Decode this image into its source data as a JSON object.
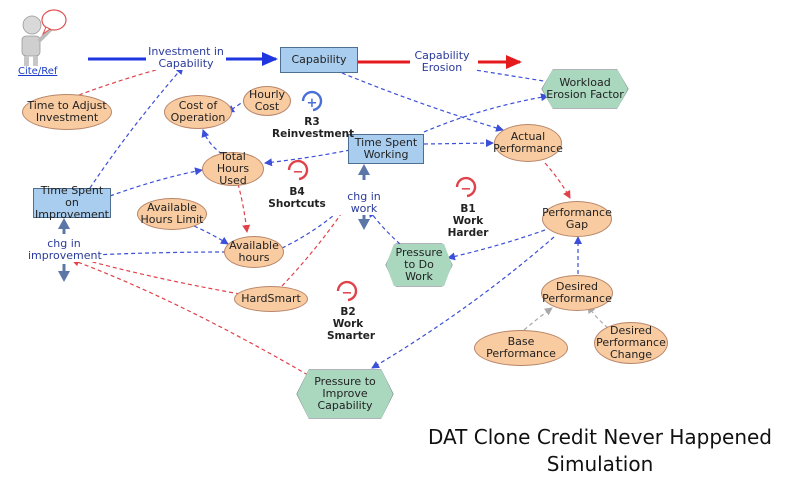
{
  "title_line1": "DAT Clone Credit Never Happened",
  "title_line2": "Simulation",
  "cite_link": "Cite/Ref",
  "nodes": {
    "investment_in_capability": "Investment in Capability",
    "capability": "Capability",
    "capability_erosion": "Capability Erosion",
    "workload_erosion_factor": "Workload Erosion Factor",
    "time_to_adjust_investment": "Time to Adjust Investment",
    "hourly_cost": "Hourly Cost",
    "cost_of_operation": "Cost of Operation",
    "time_spent_working": "Time Spent Working",
    "actual_performance": "Actual Performance",
    "total_hours_used": "Total Hours Used",
    "time_spent_on_improvement": "Time Spent on Improvement",
    "available_hours_limit": "Available Hours Limit",
    "available_hours": "Available hours",
    "chg_in_work": "chg in work",
    "chg_in_improvement": "chg in improvement",
    "pressure_to_do_work": "Pressure to Do Work",
    "performance_gap": "Performance Gap",
    "desired_performance": "Desired Performance",
    "base_performance": "Base Performance",
    "desired_performance_change": "Desired Performance Change",
    "hardsmart": "HardSmart",
    "pressure_to_improve_capability": "Pressure to Improve Capability"
  },
  "loops": {
    "r3": {
      "polarity": "+",
      "label_id": "R3",
      "label_name": "Reinvestment"
    },
    "b4": {
      "polarity": "−",
      "label_id": "B4",
      "label_name": "Shortcuts"
    },
    "b1": {
      "polarity": "−",
      "label_id": "B1",
      "label_name": "Work Harder"
    },
    "b2": {
      "polarity": "−",
      "label_id": "B2",
      "label_name": "Work Smarter"
    }
  },
  "colors": {
    "auxiliary_fill": "#f9cba0",
    "stock_fill": "#a9cdef",
    "hexagon_fill": "#a9d8bf",
    "link_blue": "#3b4fd8",
    "link_red": "#e0424a",
    "link_gray": "#a9a9a9",
    "flow_blue": "#1d36e0",
    "flow_red": "#e41a1c"
  }
}
